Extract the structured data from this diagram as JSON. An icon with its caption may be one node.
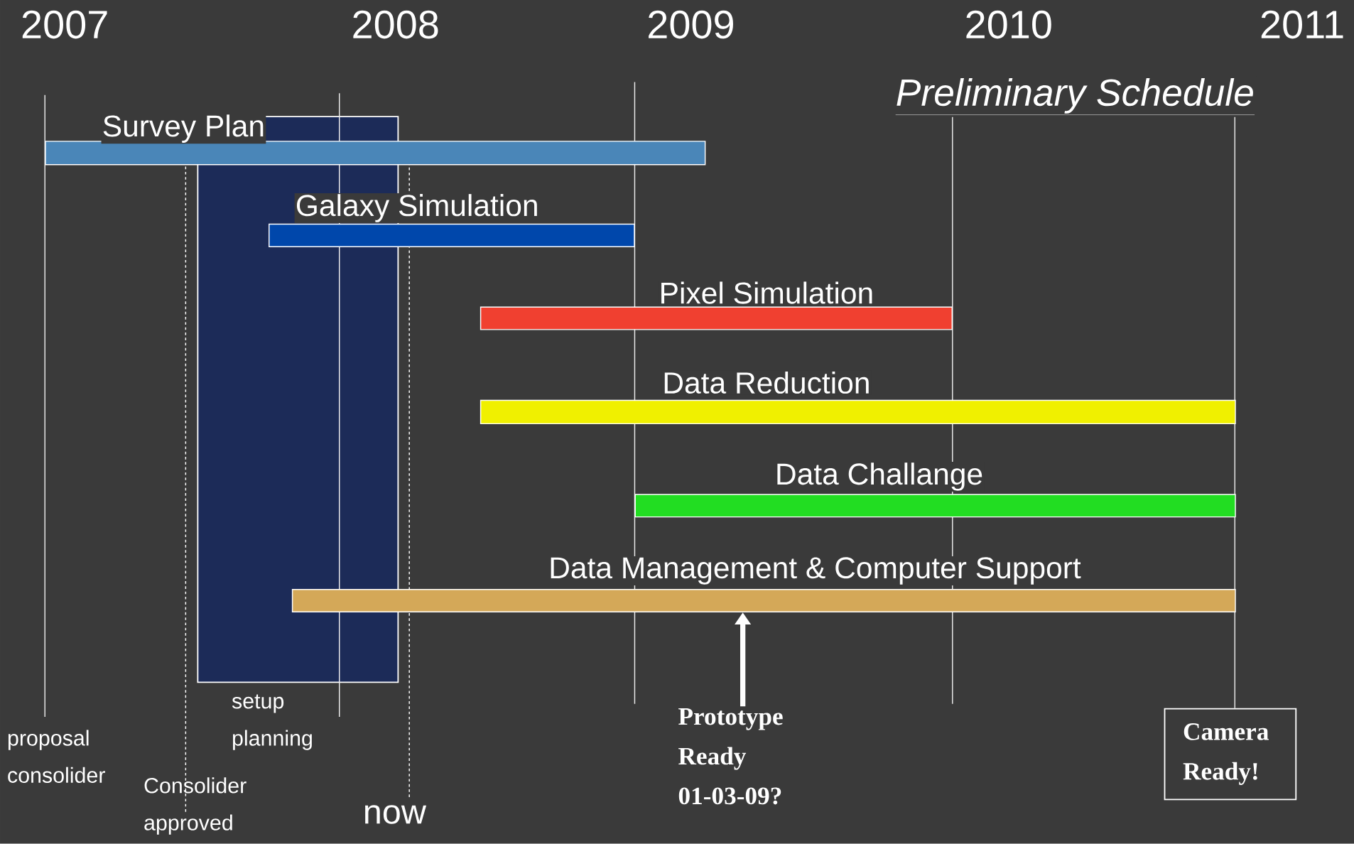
{
  "diagram": {
    "title": "Preliminary Schedule",
    "nodes": [
      {
        "text": [
          "Survey Plan"
        ]
      },
      {
        "text": [
          "Galaxy Simulation"
        ]
      },
      {
        "text": [
          "Pixel Simulation"
        ]
      },
      {
        "text": [
          "Data Reduction"
        ]
      },
      {
        "text": [
          "Data Challange"
        ]
      },
      {
        "text": [
          "Data Management & Computer Support"
        ]
      },
      {
        "text": [
          "Prototype Ready 01-03-09?"
        ]
      },
      {
        "text": [
          "Camera Ready!"
        ]
      }
    ],
    "edges": [
      {
        "from": 6,
        "to": 5,
        "arrow": "to"
      }
    ],
    "labels": [
      "2007",
      "2008",
      "2009",
      "2010",
      "2011",
      "setup planning",
      "proposal consolider",
      "Consolider approved",
      "now"
    ]
  }
}
